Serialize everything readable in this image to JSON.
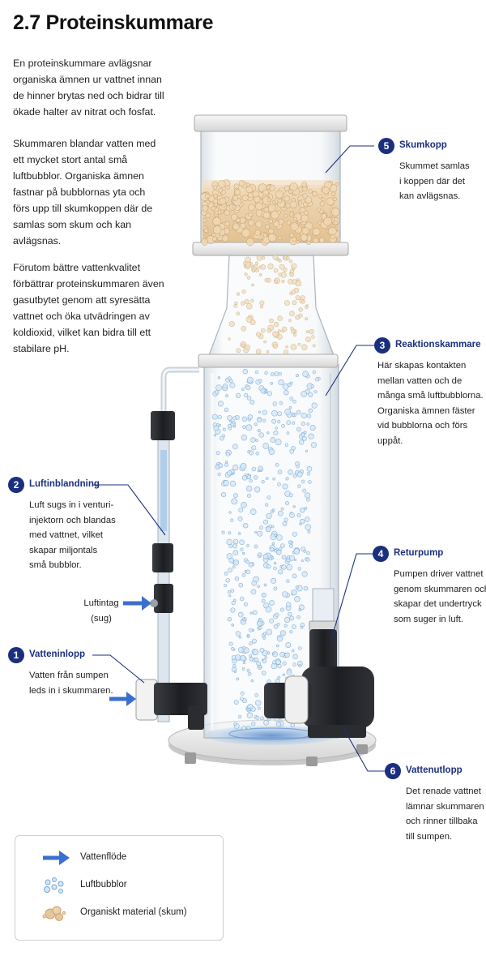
{
  "heading": "2.7 Proteinskummare",
  "intro": [
    [
      "En proteinskummare avlägsnar",
      "organiska ämnen ur vattnet innan",
      "de hinner brytas ned och bidrar till",
      "ökade halter av nitrat och fosfat."
    ],
    [
      "Skummaren blandar vatten med",
      "ett mycket stort antal små",
      "luftbubblor. Organiska ämnen",
      "fastnar på bubblornas yta och",
      "förs upp till skumkoppen där de",
      "samlas som skum och kan",
      "avlägsnas."
    ],
    [
      "Förutom bättre vattenkvalitet",
      "förbättrar proteinskummaren även",
      "gasutbytet genom att syresätta",
      "vattnet och öka utvädringen av",
      "koldioxid, vilket kan bidra till ett",
      "stabilare pH."
    ]
  ],
  "callouts": [
    {
      "num": "5",
      "title": "Skumkopp",
      "lines": [
        "Skummet samlas",
        "i koppen där det",
        "kan avlägsnas."
      ]
    },
    {
      "num": "3",
      "title": "Reaktionskammare",
      "lines": [
        "Här skapas kontakten",
        "mellan vatten och de",
        "många små luftbubblorna.",
        "Organiska ämnen fäster",
        "vid bubblorna och förs",
        "uppåt."
      ]
    },
    {
      "num": "2",
      "title": "Luftinblandning",
      "lines": [
        "Luft sugs in i venturi-",
        "injektorn och blandas",
        "med vattnet, vilket",
        "skapar miljontals",
        "små bubblor."
      ]
    },
    {
      "num": "4",
      "title": "Returpump",
      "lines": [
        "Pumpen driver vattnet",
        "genom skummaren och",
        "skapar det undertryck",
        "som suger in luft."
      ]
    },
    {
      "num": "1",
      "title": "Vatteninlopp",
      "lines": [
        "Vatten från sumpen",
        "leds in i skummaren."
      ]
    },
    {
      "num": "6",
      "title": "Vattenutlopp",
      "lines": [
        "Det renade vattnet",
        "lämnar skummaren",
        "och rinner tillbaka",
        "till sumpen."
      ]
    }
  ],
  "air_intake": [
    "Luftintag",
    "(sug)"
  ],
  "legend": [
    {
      "icon": "water-flow-arrow-icon",
      "label": "Vattenflöde"
    },
    {
      "icon": "air-bubbles-icon",
      "label": "Luftbubblor"
    },
    {
      "icon": "foam-icon",
      "label": "Organiskt material (skum)"
    }
  ],
  "colors": {
    "accent": "#1b2f7d",
    "flow_arrow": "#3a6fcf",
    "bubble": "#8fb8dc",
    "foam": "#e6c69b",
    "pump": "#26282c"
  }
}
